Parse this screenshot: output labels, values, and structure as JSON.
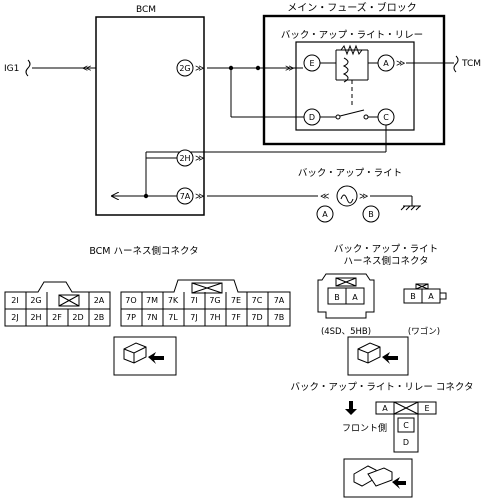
{
  "labels": {
    "bcm": "BCM",
    "main_fuse_block": "メイン・フューズ・ブロック",
    "relay": "バック・アップ・ライト・リレー",
    "lamp": "バック・アップ・ライト",
    "ig1": "IG1",
    "tcm": "TCM",
    "bcm_connector_title": "BCM ハーネス側コネクタ",
    "lamp_connector_title_1": "バック・アップ・ライト",
    "lamp_connector_title_2": "ハーネス側コネクタ",
    "variant_sedan": "(4SD、5HB)",
    "variant_wagon": "(ワゴン)",
    "relay_connector_title": "バック・アップ・ライト・リレー コネクタ",
    "front_side": "フロント側"
  },
  "pins": {
    "p2G": "2G",
    "p2H": "2H",
    "p7A": "7A",
    "pE": "E",
    "pA": "A",
    "pD": "D",
    "pC": "C",
    "lampA": "A",
    "lampB": "B"
  },
  "bcm_conn1": {
    "top": [
      "2I",
      "2G",
      "",
      "2A"
    ],
    "bottom": [
      "2J",
      "2H",
      "2F",
      "2D",
      "2B"
    ]
  },
  "bcm_conn2": {
    "top": [
      "7O",
      "7M",
      "7K",
      "7I",
      "7G",
      "7E",
      "7C",
      "7A"
    ],
    "bottom": [
      "7P",
      "7N",
      "7L",
      "7J",
      "7H",
      "7F",
      "7D",
      "7B"
    ]
  },
  "lamp_conn": {
    "sedan": [
      "B",
      "A"
    ],
    "wagon": [
      "B",
      "A"
    ]
  },
  "relay_conn": [
    "A",
    "E",
    "C",
    "D"
  ]
}
